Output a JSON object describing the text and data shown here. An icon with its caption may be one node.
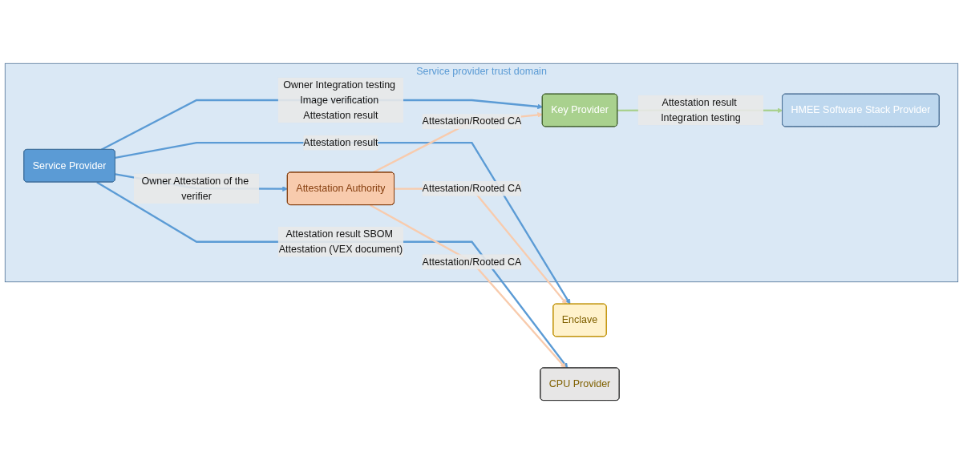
{
  "diagram": {
    "nodes": [
      {
        "text": [
          "Service provider trust domain"
        ]
      },
      {
        "text": [
          "Service Provider"
        ],
        "in": 0
      },
      {
        "text": [
          "CPU Provider"
        ]
      },
      {
        "text": [
          "Enclave"
        ]
      },
      {
        "text": [
          "Attestation Authority"
        ],
        "in": 0
      },
      {
        "text": [
          "HMEE Software Stack Provider"
        ],
        "in": 0
      },
      {
        "text": [
          "Key Provider"
        ],
        "in": 0
      }
    ],
    "edges": [
      {
        "from": 1,
        "to": 2,
        "arrow": "to",
        "label": "Attestation result SBOM Attestation (VEX document)"
      },
      {
        "from": 1,
        "to": 3,
        "arrow": "to",
        "label": "Attestation result"
      },
      {
        "from": 1,
        "to": 4,
        "arrow": "to",
        "label": "Owner Attestation of the verifier"
      },
      {
        "from": 4,
        "to": 3,
        "arrow": "to",
        "label": "Attestation/Rooted CA",
        "color": "#f8cbad"
      },
      {
        "from": 4,
        "to": 2,
        "arrow": "to",
        "label": "Attestation/Rooted CA",
        "color": "#f8cbad"
      },
      {
        "from": 1,
        "to": 6,
        "arrow": "to",
        "label": "Owner Integration testing Image verification Attestation result"
      },
      {
        "from": 4,
        "to": 6,
        "arrow": "to",
        "label": "Attestation/Rooted CA",
        "color": "#f8cbad"
      },
      {
        "from": 6,
        "to": 5,
        "arrow": "to",
        "label": "Attestation result Integration testing",
        "color": "#a9d18e"
      }
    ]
  }
}
